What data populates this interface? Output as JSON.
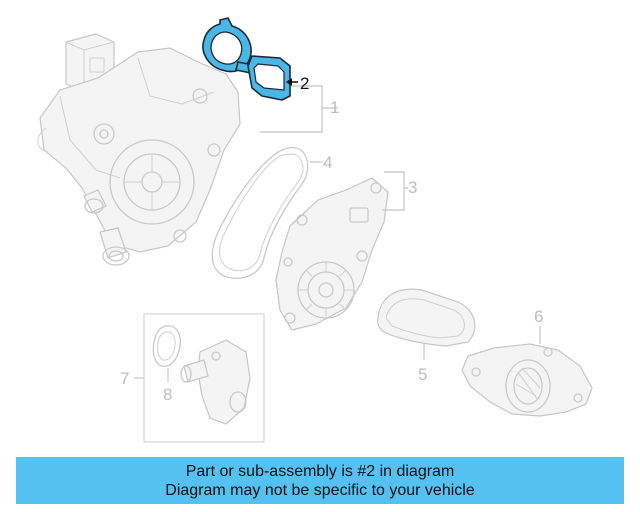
{
  "callouts": {
    "c1": "1",
    "c2": "2",
    "c3": "3",
    "c4": "4",
    "c5": "5",
    "c6": "6",
    "c7": "7",
    "c8": "8"
  },
  "highlight_color": "#4ab7e8",
  "banner": {
    "line1": "Part or sub-assembly is #2 in diagram",
    "line2": "Diagram may not be specific to your vehicle",
    "background": "#55c1f0"
  }
}
